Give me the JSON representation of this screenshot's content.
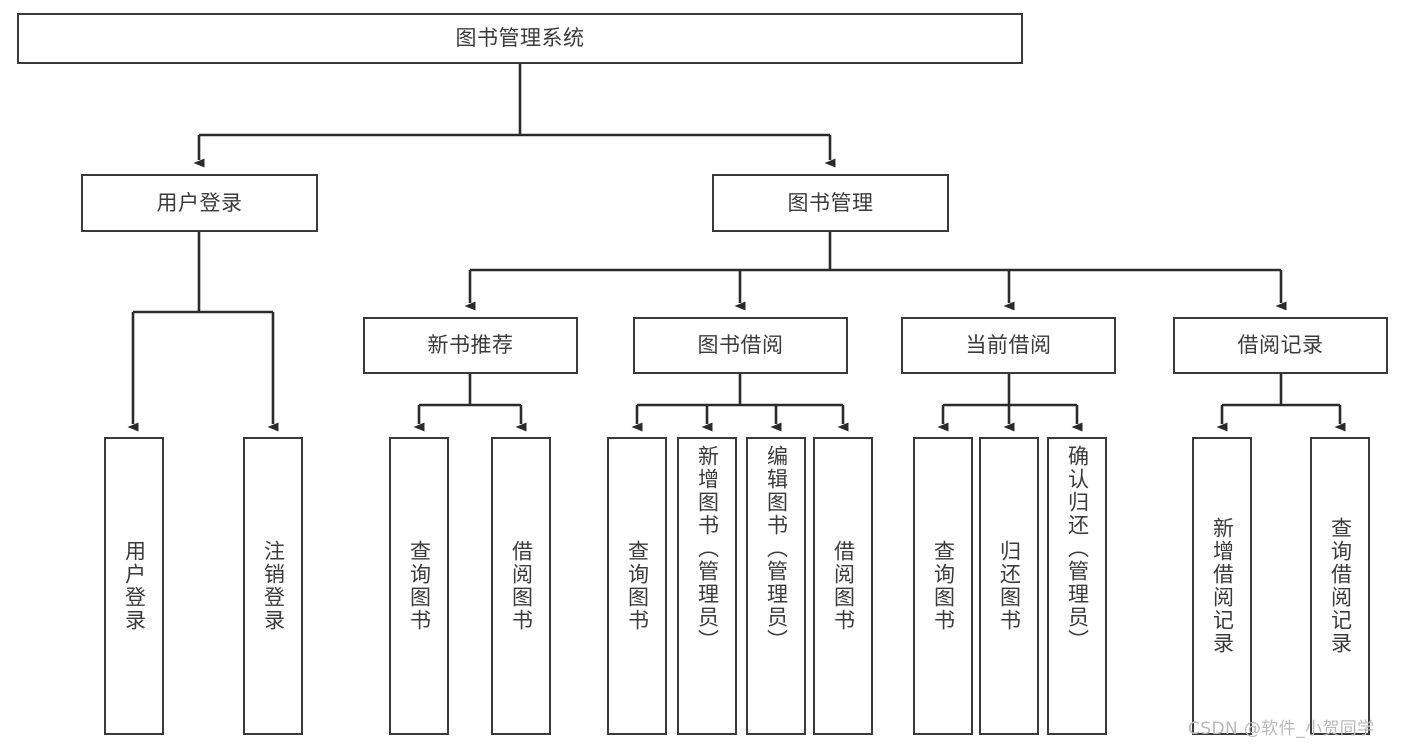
{
  "diagram": {
    "title": "图书管理系统",
    "type": "tree",
    "orientation": "top-down",
    "colors": {
      "box_border": "#3a3a3a",
      "box_fill": "#ffffff",
      "edge": "#2b2b2b",
      "text": "#3b3b3b",
      "watermark": "#b9b9b9"
    },
    "nodes": {
      "root": {
        "label": "图书管理系统"
      },
      "level2": [
        {
          "id": "user-login",
          "label": "用户登录"
        },
        {
          "id": "book-manage",
          "label": "图书管理"
        }
      ],
      "level3": [
        {
          "id": "new-book-rec",
          "label": "新书推荐"
        },
        {
          "id": "book-borrow",
          "label": "图书借阅"
        },
        {
          "id": "current-borrow",
          "label": "当前借阅"
        },
        {
          "id": "borrow-record",
          "label": "借阅记录"
        }
      ],
      "leaves": {
        "user-login": [
          {
            "id": "leaf-user-login",
            "label": "用户登录"
          },
          {
            "id": "leaf-logout-login",
            "label": "注销登录"
          }
        ],
        "new-book-rec": [
          {
            "id": "leaf-query-book-1",
            "label": "查询图书"
          },
          {
            "id": "leaf-borrow-book-1",
            "label": "借阅图书"
          }
        ],
        "book-borrow": [
          {
            "id": "leaf-query-book-2",
            "label": "查询图书"
          },
          {
            "id": "leaf-add-book",
            "label": "新增图书（管理员）"
          },
          {
            "id": "leaf-edit-book",
            "label": "编辑图书（管理员）"
          },
          {
            "id": "leaf-borrow-book-2",
            "label": "借阅图书"
          }
        ],
        "current-borrow": [
          {
            "id": "leaf-query-book-3",
            "label": "查询图书"
          },
          {
            "id": "leaf-return-book",
            "label": "归还图书"
          },
          {
            "id": "leaf-confirm-return",
            "label": "确认归还（管理员）"
          }
        ],
        "borrow-record": [
          {
            "id": "leaf-add-record",
            "label": "新增借阅记录"
          },
          {
            "id": "leaf-query-record",
            "label": "查询借阅记录"
          }
        ]
      }
    },
    "watermark": "CSDN @软件_小贺同学"
  }
}
